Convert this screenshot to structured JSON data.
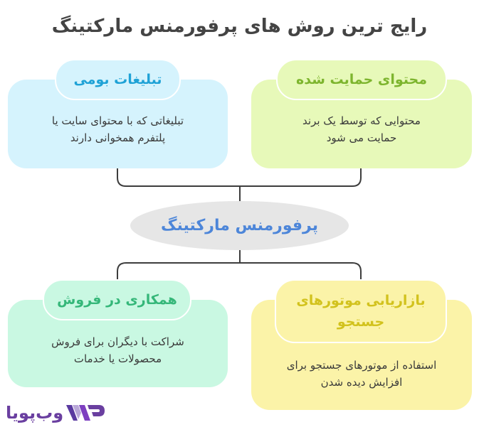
{
  "title": "رایج ترین روش های پرفورمنس مارکتینگ",
  "center": {
    "label": "پرفورمنس مارکتینگ",
    "color": "#4d86d9"
  },
  "nodes": [
    {
      "id": "native-ads",
      "title": "تبلیغات بومی",
      "desc_line1": "تبلیغاتی که با محتوای سایت یا",
      "desc_line2": "پلتفرم همخوانی دارند",
      "color": "#1fa2d6",
      "bg": "#d5f3fd"
    },
    {
      "id": "sponsored-content",
      "title": "محتوای حمایت شده",
      "desc_line1": "محتوایی که توسط یک برند",
      "desc_line2": "حمایت می شود",
      "color": "#7db52e",
      "bg": "#e7f9b9"
    },
    {
      "id": "affiliate",
      "title": "همکاری در فروش",
      "desc_line1": "شراکت با دیگران برای فروش",
      "desc_line2": "محصولات یا خدمات",
      "color": "#35b779",
      "bg": "#c9f8e2"
    },
    {
      "id": "sem",
      "title_line1": "بازاریابی موتورهای",
      "title_line2": "جستجو",
      "desc_line1": "استفاده از موتورهای جستجو برای",
      "desc_line2": "افزایش دیده شدن",
      "color": "#d2c21d",
      "bg": "#fbf3a8"
    }
  ],
  "logo": {
    "text": "وب‌پویا",
    "color": "#6a3fa0"
  }
}
